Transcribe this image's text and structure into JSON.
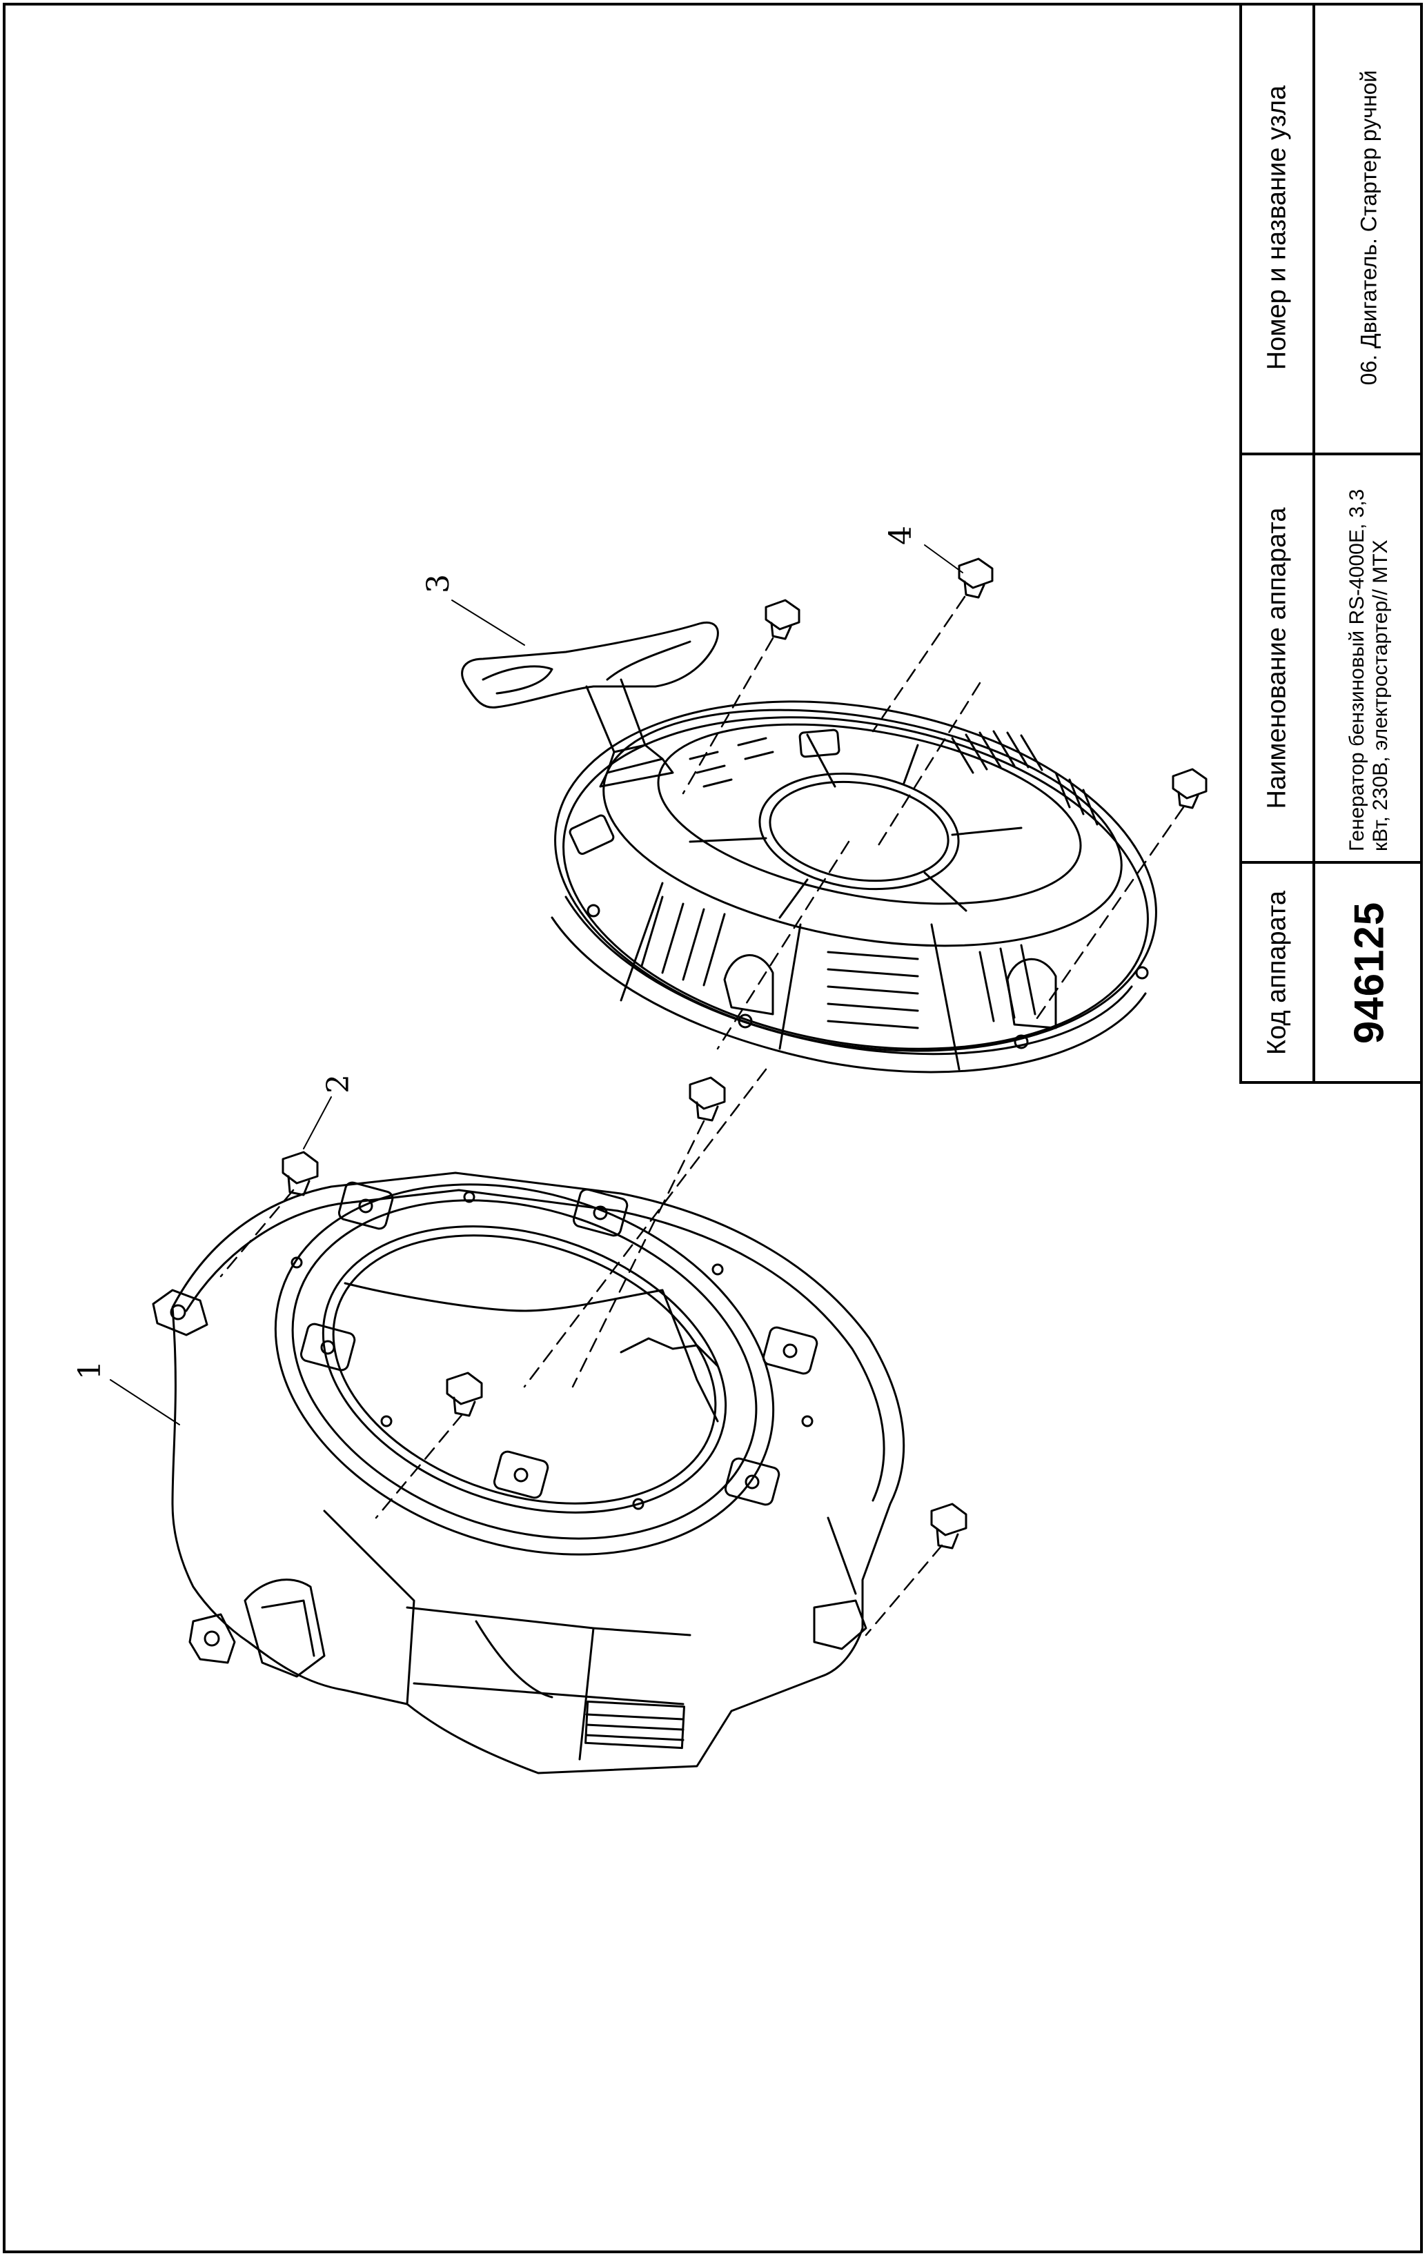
{
  "title_block": {
    "code_header": "Код аппарата",
    "code_value": "946125",
    "name_header": "Наименование аппарата",
    "name_value": "Генератор бензиновый RS-4000E, 3,3 кВт, 230В, электростартер// MTX",
    "node_header": "Номер и название узла",
    "node_value": "06. Двигатель. Стартер ручной"
  },
  "callouts": {
    "c1": "1",
    "c2": "2",
    "c3": "3",
    "c4": "4"
  }
}
